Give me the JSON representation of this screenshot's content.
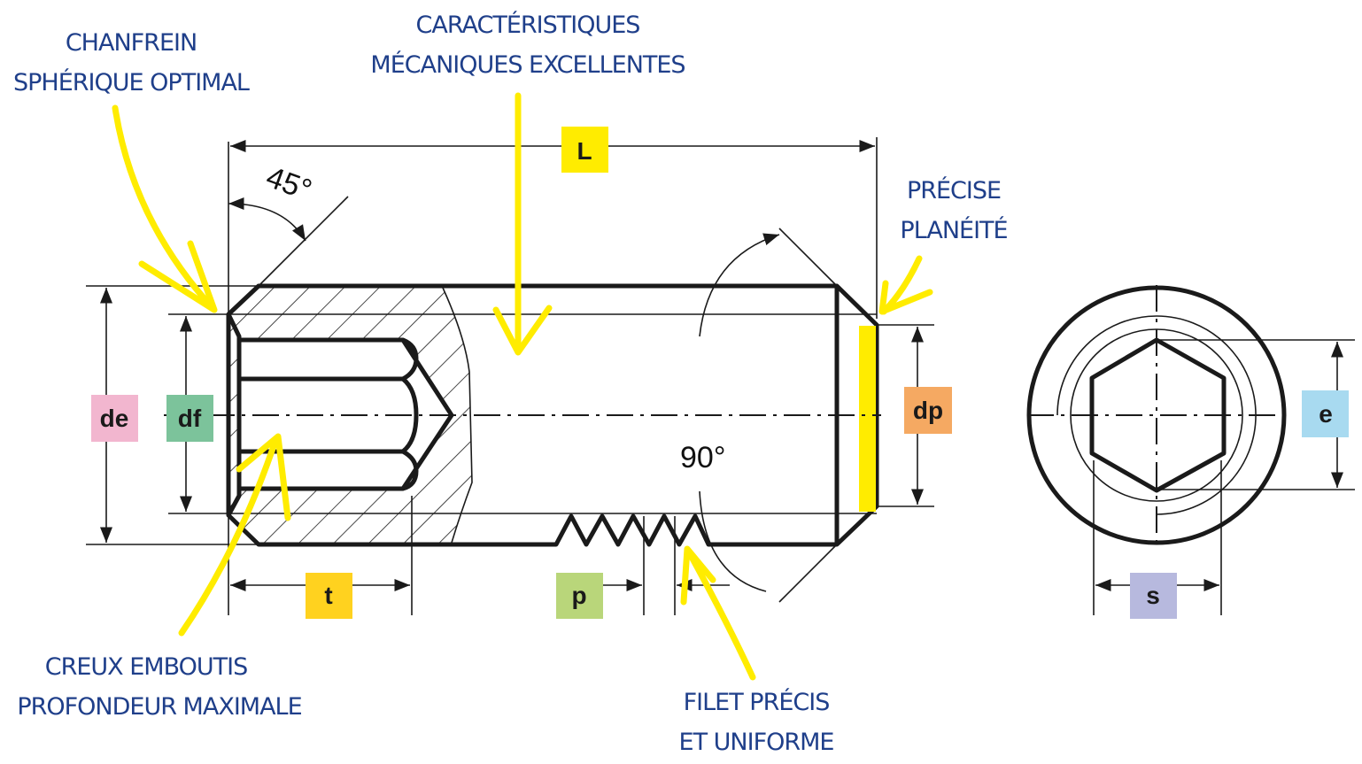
{
  "callouts": {
    "chanfrein": [
      "CHANFREIN",
      "SPHÉRIQUE OPTIMAL"
    ],
    "caracteristiques": [
      "CARACTÉRISTIQUES",
      "MÉCANIQUES EXCELLENTES"
    ],
    "planeite": [
      "PRÉCISE",
      "PLANÉITÉ"
    ],
    "creux": [
      "CREUX  EMBOUTIS",
      "PROFONDEUR MAXIMALE"
    ],
    "filet": [
      "FILET PRÉCIS",
      "ET UNIFORME"
    ]
  },
  "angles": {
    "chamfer": "45°",
    "tip": "90°"
  },
  "dimensions": {
    "L": {
      "label": "L",
      "color": "#ffec00"
    },
    "de": {
      "label": "de",
      "color": "#f2b6cf"
    },
    "df": {
      "label": "df",
      "color": "#7cc39b"
    },
    "dp": {
      "label": "dp",
      "color": "#f5a962"
    },
    "e": {
      "label": "e",
      "color": "#a8daf0"
    },
    "t": {
      "label": "t",
      "color": "#ffd21f"
    },
    "p": {
      "label": "p",
      "color": "#b9d67a"
    },
    "s": {
      "label": "s",
      "color": "#b7b9de"
    }
  },
  "colors": {
    "callout_text": "#1f3f8a",
    "highlight": "#ffec00"
  }
}
